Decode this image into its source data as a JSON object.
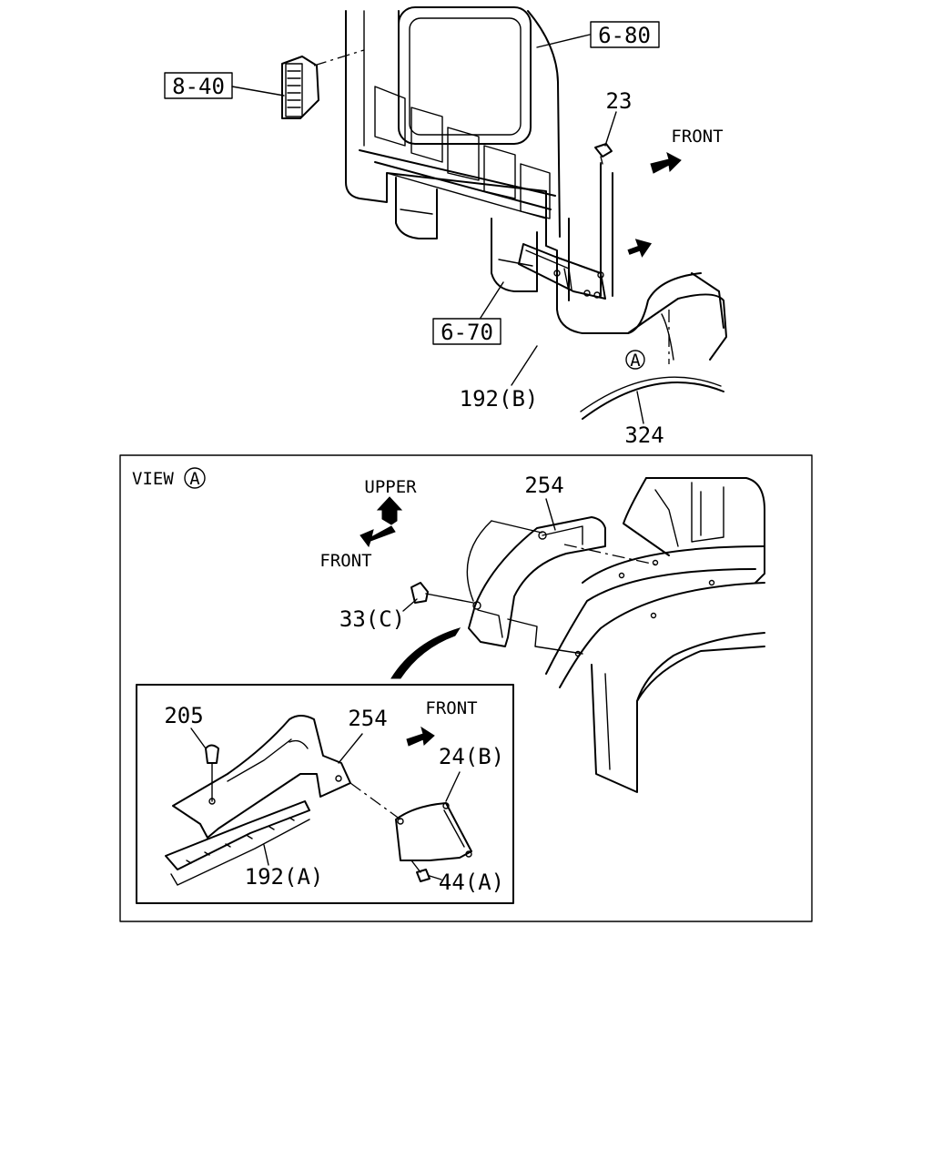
{
  "labels": {
    "ref_6_80": "6-80",
    "ref_8_40": "8-40",
    "ref_6_70": "6-70",
    "part_23": "23",
    "front_top": "FRONT",
    "marker_a": "A",
    "part_192b": "192(B)",
    "part_324": "324",
    "view_label": "VIEW",
    "view_marker": "A",
    "upper": "UPPER",
    "front_view": "FRONT",
    "part_254_view": "254",
    "part_33c": "33(C)",
    "part_205": "205",
    "part_254_detail": "254",
    "front_detail": "FRONT",
    "part_24b": "24(B)",
    "part_192a": "192(A)",
    "part_44a": "44(A)"
  }
}
